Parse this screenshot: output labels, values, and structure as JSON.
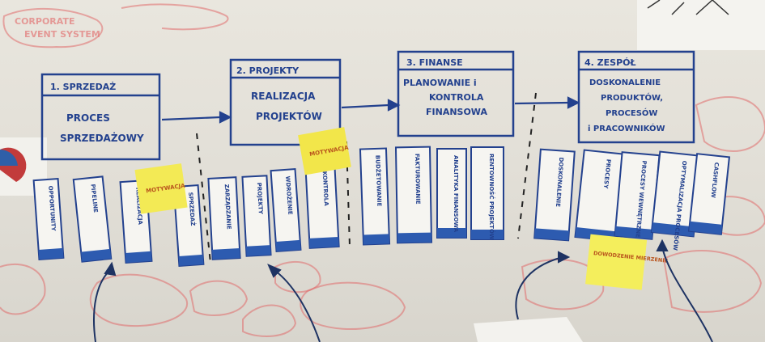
{
  "stages": [
    {
      "header": "1. SPRZEDAŻ",
      "body": [
        "PROCES",
        "SPRZEDAŻOWY"
      ]
    },
    {
      "header": "2. PROJEKTY",
      "body": [
        "REALIZACJA",
        "PROJEKTÓW"
      ]
    },
    {
      "header": "3. FINANSE",
      "body": [
        "PLANOWANIE i",
        "KONTROLA",
        "FINANSOWA"
      ]
    },
    {
      "header": "4. ZESPÓŁ",
      "body": [
        "DOSKONALENIE",
        "PRODUKTÓW,",
        "PROCESÓW",
        "i PRACOWNIKÓW"
      ]
    }
  ],
  "sticky_notes": [
    {
      "text": "MOTYWACJA",
      "color": "#f3ea55"
    },
    {
      "text": "MOTYWACJA",
      "color": "#f2e64a"
    },
    {
      "text": "DOWODZENIE MIERZENIE",
      "color": "#f4ee5c"
    }
  ],
  "card_labels": [
    "OPPORTUNITY",
    "PIPELINE",
    "REALIZACJA",
    "SPRZEDAŻ",
    "ZARZĄDZANIE",
    "PROJEKTY",
    "WDROŻENIE",
    "KONTROLA",
    "BUDŻETOWANIE",
    "FAKTUROWANIE",
    "ANALITYKA FINANSOWA",
    "RENTOWNOŚĆ PROJEKTÓW",
    "DOSKONALENIE",
    "PROCESY",
    "PROCESY WEWNĘTRZNE",
    "OPTYMALIZACJA PROCESÓW",
    "CASHFLOW"
  ],
  "top_left_red": [
    "CORPORATE",
    "EVENT SYSTEM"
  ]
}
